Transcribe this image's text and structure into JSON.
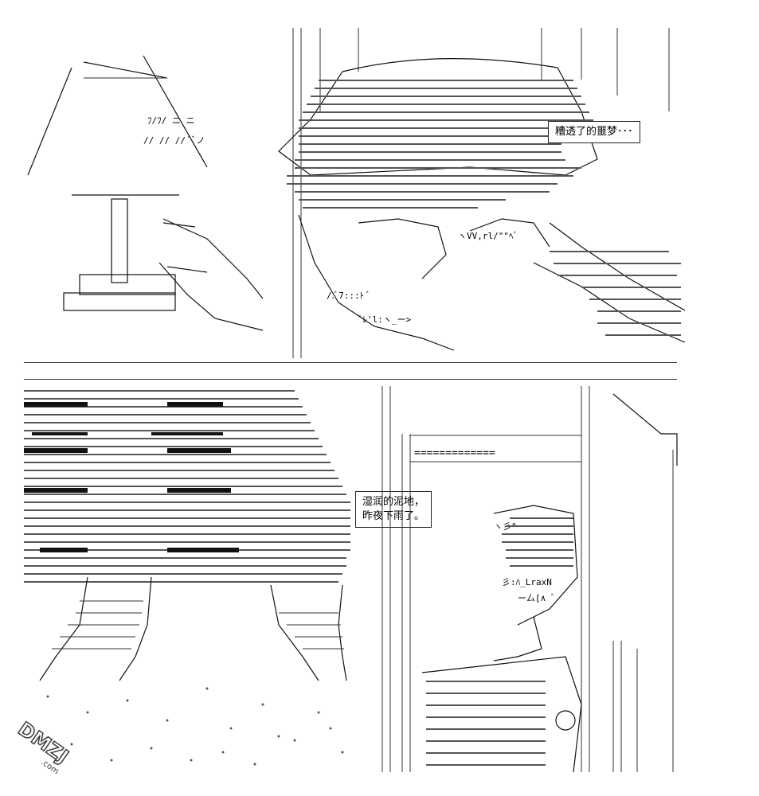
{
  "captions": {
    "top": "糟透了的噩梦･･･",
    "middle": "湿润的泥地，\n昨夜下雨了。"
  },
  "watermark": {
    "text": "DMZJ.com",
    "color": "#3a3a3a"
  },
  "colors": {
    "ink": "#111111",
    "background": "#ffffff"
  }
}
